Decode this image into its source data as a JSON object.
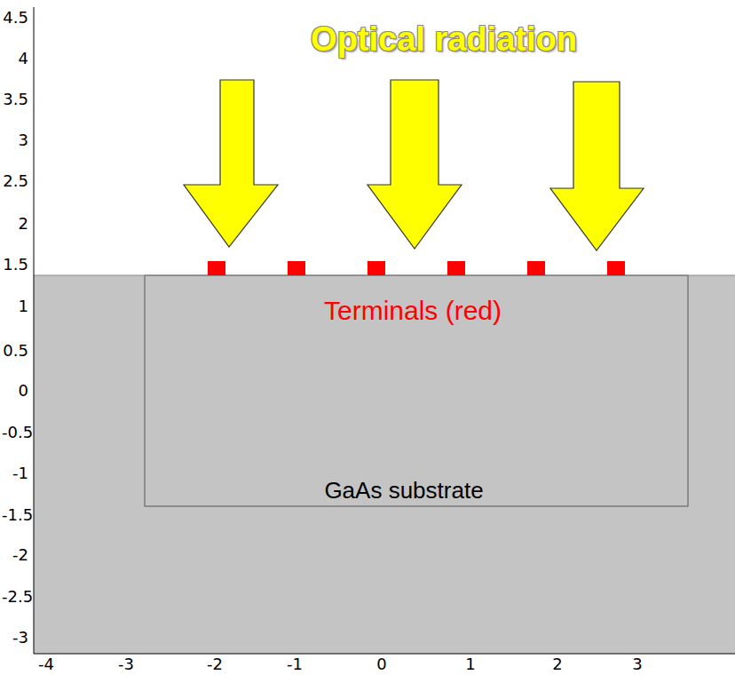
{
  "diagram": {
    "labels": [
      "Optical radiation",
      "Terminals (red)",
      "GaAs substrate",
      "4.5",
      "4",
      "3.5",
      "3",
      "2.5",
      "2",
      "1.5",
      "1",
      "0.5",
      "0",
      "-0.5",
      "-1",
      "-1.5",
      "-2",
      "-2.5",
      "-3",
      "-4",
      "-3",
      "-2",
      "-1",
      "0",
      "1",
      "2",
      "3"
    ]
  }
}
